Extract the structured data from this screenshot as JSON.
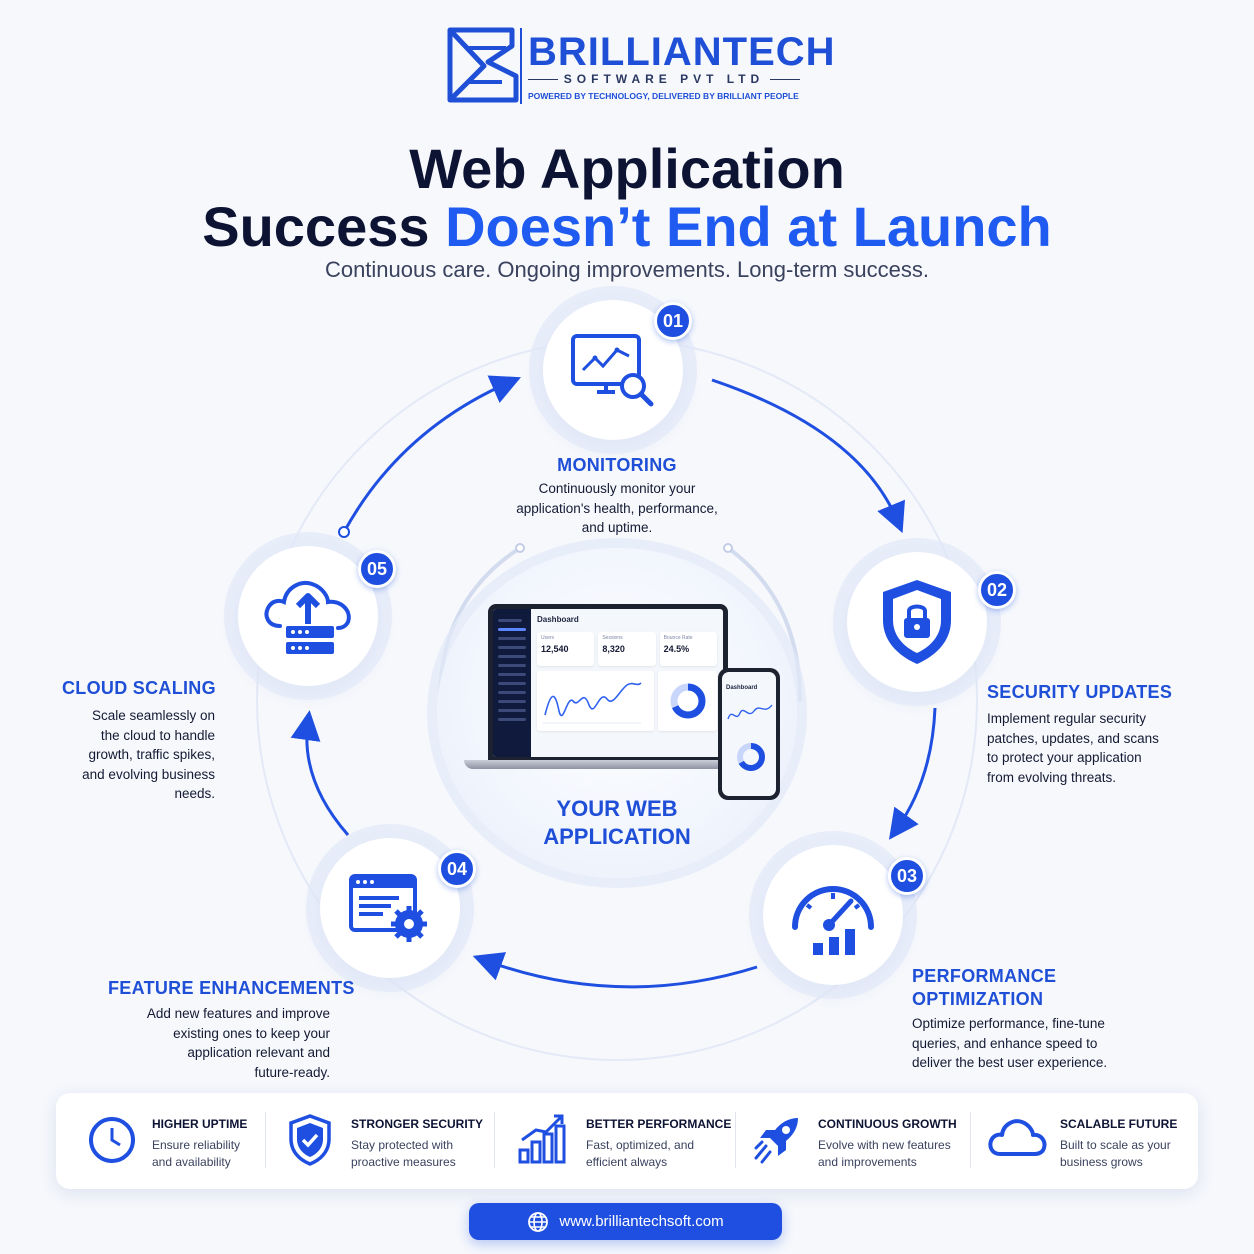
{
  "brand": {
    "name": "BRILLIANTECH",
    "sub": "SOFTWARE PVT LTD",
    "tagline": "POWERED BY TECHNOLOGY, DELIVERED BY BRILLIANT PEOPLE"
  },
  "headline": {
    "line1": "Web Application",
    "line2_dark": "Success ",
    "line2_accent": "Doesn’t End at Launch",
    "subtitle": "Continuous care. Ongoing improvements. Long-term success."
  },
  "steps": [
    {
      "num": "01",
      "title": "MONITORING",
      "desc_lines": [
        "Continuously monitor your",
        "application's health, performance,",
        "and uptime."
      ],
      "icon": "monitor-chart-icon"
    },
    {
      "num": "02",
      "title": "SECURITY UPDATES",
      "desc_lines": [
        "Implement regular security",
        "patches, updates, and scans",
        "to protect your application",
        "from evolving threats."
      ],
      "icon": "shield-lock-icon"
    },
    {
      "num": "03",
      "title_lines": [
        "PERFORMANCE",
        "OPTIMIZATION"
      ],
      "desc_lines": [
        "Optimize performance, fine-tune",
        "queries, and enhance speed to",
        "deliver the best user experience."
      ],
      "icon": "speedometer-icon"
    },
    {
      "num": "04",
      "title": "FEATURE ENHANCEMENTS",
      "desc_lines": [
        "Add new features and improve",
        "existing ones to keep your",
        "application relevant and",
        "future-ready."
      ],
      "icon": "window-gear-icon"
    },
    {
      "num": "05",
      "title": "CLOUD SCALING",
      "desc_lines": [
        "Scale seamlessly on",
        "the cloud to handle",
        "growth, traffic spikes,",
        "and evolving business",
        "needs."
      ],
      "icon": "cloud-server-icon"
    }
  ],
  "center": {
    "label_lines": [
      "YOUR WEB",
      "APPLICATION"
    ],
    "dashboard": {
      "title": "Dashboard",
      "stats": [
        {
          "label": "Users",
          "value": "12,540"
        },
        {
          "label": "Sessions",
          "value": "8,320"
        },
        {
          "label": "Bounce Rate",
          "value": "24.5%"
        }
      ]
    },
    "phone_title": "Dashboard"
  },
  "benefits": [
    {
      "title": "HIGHER UPTIME",
      "desc_lines": [
        "Ensure reliability",
        "and availability"
      ],
      "icon": "clock-check-icon"
    },
    {
      "title": "STRONGER SECURITY",
      "desc_lines": [
        "Stay protected with",
        "proactive measures"
      ],
      "icon": "shield-check-icon"
    },
    {
      "title": "BETTER PERFORMANCE",
      "desc_lines": [
        "Fast, optimized, and",
        "efficient always"
      ],
      "icon": "bar-growth-icon"
    },
    {
      "title": "CONTINUOUS GROWTH",
      "desc_lines": [
        "Evolve with new features",
        "and improvements"
      ],
      "icon": "rocket-icon"
    },
    {
      "title": "SCALABLE FUTURE",
      "desc_lines": [
        "Built to scale as your",
        "business grows"
      ],
      "icon": "cloud-icon"
    }
  ],
  "website": "www.brilliantechsoft.com",
  "colors": {
    "accent": "#1f4fe0",
    "dark": "#0d1333",
    "background": "#f6f8fc"
  }
}
